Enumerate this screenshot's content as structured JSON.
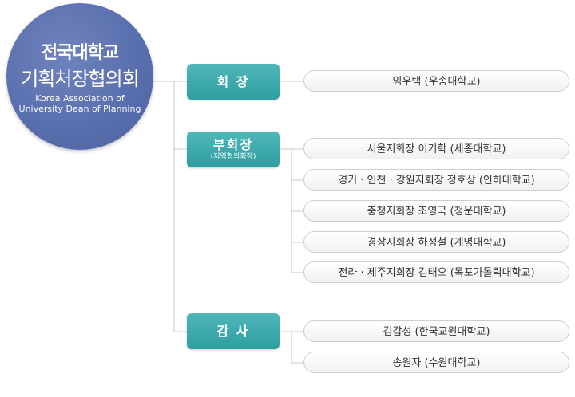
{
  "organization": {
    "name_line1": "전국대학교",
    "name_line2": "기획처장협의회",
    "english_line1": "Korea Association of",
    "english_line2": "University Dean of Planning"
  },
  "roles": [
    {
      "label": "회 장",
      "sublabel": "",
      "members": [
        "임우택 (우송대학교)"
      ]
    },
    {
      "label": "부회장",
      "sublabel": "(지역협의회장)",
      "members": [
        "서울지회장 이기학 (세종대학교)",
        "경기 · 인천 · 강원지회장 정호상 (인하대학교)",
        "충청지회장  조영국 (청운대학교)",
        "경상지회장 하정철 (계명대학교)",
        "전라 · 제주지회장 김태오 (목포가톨릭대학교)"
      ]
    },
    {
      "label": "감 사",
      "sublabel": "",
      "members": [
        "김갑성 (한국교원대학교)",
        "송원자 (수원대학교)"
      ]
    }
  ],
  "colors": {
    "circle": "#5a6fae",
    "role_box": "#3aa8ac",
    "connector": "#c8c8c8"
  }
}
